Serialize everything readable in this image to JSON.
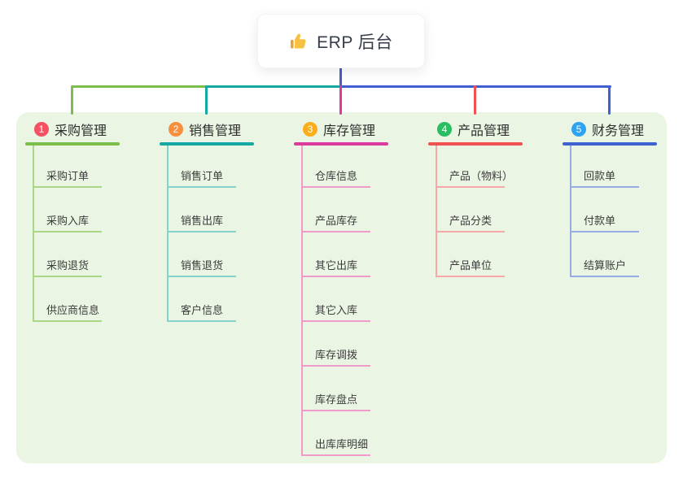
{
  "root": {
    "title": "ERP 后台",
    "icon": "thumbs-up-icon",
    "connector_color": "#4a5bc8"
  },
  "canvas": {
    "background": "#ffffff",
    "panel_background": "#eaf5e3"
  },
  "branches": [
    {
      "num": "1",
      "title": "采购管理",
      "badge_color": "#f25262",
      "line_color": "#7cbe4b",
      "line_color_light": "#a9d687",
      "items": [
        "采购订单",
        "采购入库",
        "采购退货",
        "供应商信息"
      ]
    },
    {
      "num": "2",
      "title": "销售管理",
      "badge_color": "#f78f3f",
      "line_color": "#16a8a2",
      "line_color_light": "#82d3ca",
      "items": [
        "销售订单",
        "销售出库",
        "销售退货",
        "客户信息"
      ]
    },
    {
      "num": "3",
      "title": "库存管理",
      "badge_color": "#fbad1a",
      "line_color": "#dc3a9d",
      "line_color_light": "#f09ccb",
      "items": [
        "仓库信息",
        "产品库存",
        "其它出库",
        "其它入库",
        "库存调拨",
        "库存盘点",
        "出库库明细"
      ]
    },
    {
      "num": "4",
      "title": "产品管理",
      "badge_color": "#2bbd62",
      "line_color": "#f15152",
      "line_color_light": "#f8a8a8",
      "items": [
        "产品（物料）",
        "产品分类",
        "产品单位"
      ]
    },
    {
      "num": "5",
      "title": "财务管理",
      "badge_color": "#2ea3f2",
      "line_color": "#3e60d0",
      "line_color_light": "#97ace4",
      "items": [
        "回款单",
        "付款单",
        "结算账户"
      ]
    }
  ]
}
